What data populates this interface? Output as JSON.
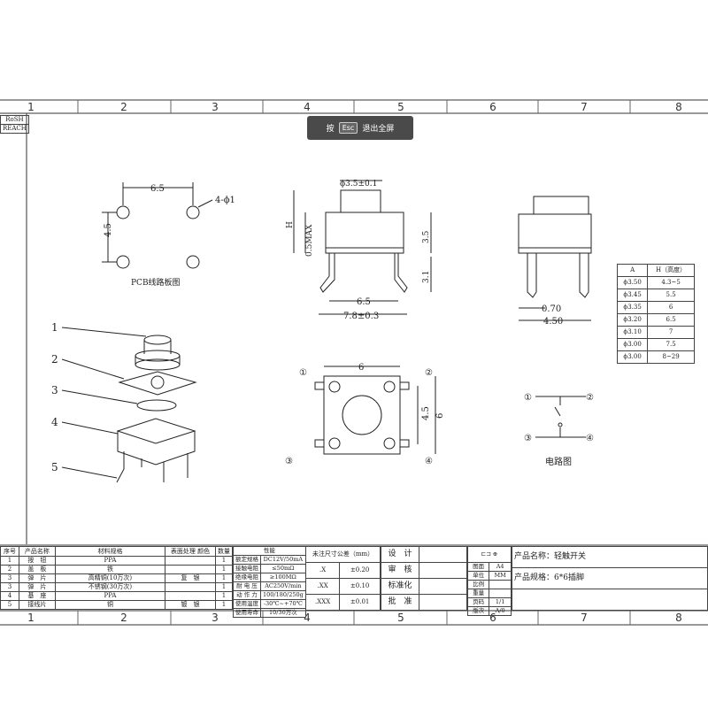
{
  "grid_numbers": [
    "1",
    "2",
    "3",
    "4",
    "5",
    "6",
    "7",
    "8"
  ],
  "compliance": [
    "RoSH",
    "REACH"
  ],
  "fullscreen_hint": {
    "prefix": "按",
    "key": "Esc",
    "suffix": "退出全屏"
  },
  "pcb": {
    "spacing_h": "6.5",
    "spacing_v": "4.5",
    "holes": "4-ϕ1",
    "caption": "PCB线路板图"
  },
  "front_view": {
    "cap_dia": "ϕ3.5±0.1",
    "h": "H",
    "max": "0.5MAX",
    "body_h": "3.5",
    "pin_len": "3.1",
    "pin_spacing": "6.5",
    "width": "7.8±0.3"
  },
  "side_view": {
    "pin_w": "0.70",
    "depth": "4.50"
  },
  "height_table": {
    "headers": [
      "A",
      "H（高度）"
    ],
    "rows": [
      [
        "ϕ3.50",
        "4.3~5"
      ],
      [
        "ϕ3.45",
        "5.5"
      ],
      [
        "ϕ3.35",
        "6"
      ],
      [
        "ϕ3.20",
        "6.5"
      ],
      [
        "ϕ3.10",
        "7"
      ],
      [
        "ϕ3.00",
        "7.5"
      ],
      [
        "ϕ3.00",
        "8~29"
      ]
    ]
  },
  "top_view": {
    "width": "6",
    "inner": "4.5",
    "outer": "6",
    "pins": [
      "①",
      "②",
      "③",
      "④"
    ]
  },
  "parts_callouts": [
    "1",
    "2",
    "3",
    "4",
    "5"
  ],
  "circuit": {
    "pins": [
      "①",
      "②",
      "③",
      "④"
    ],
    "caption": "电路图"
  },
  "bom": {
    "headers": [
      "序号",
      "产品名称",
      "材料规格",
      "表面处理 颜色",
      "数量"
    ],
    "rows": [
      [
        "1",
        "按　钮",
        "PPA",
        "",
        "1"
      ],
      [
        "2",
        "盖　板",
        "铁",
        "",
        "1"
      ],
      [
        "3",
        "弹　片",
        "高精铜(10万次)",
        "复　银",
        "1"
      ],
      [
        "3",
        "弹　片",
        "不锈钢(30万次)",
        "",
        "1"
      ],
      [
        "4",
        "基　座",
        "PPA",
        "",
        "1"
      ],
      [
        "5",
        "接线片",
        "铜",
        "镀　银",
        "1"
      ]
    ]
  },
  "performance": {
    "header": "性能",
    "rows": [
      [
        "额定规格",
        "DC12V/50mA"
      ],
      [
        "接触电阻",
        "≤50mΩ"
      ],
      [
        "绝缘电阻",
        "≥100MΩ"
      ],
      [
        "耐 电 压",
        "AC250V/min"
      ],
      [
        "动 作 力",
        "100/180/250g"
      ],
      [
        "使用温度",
        "-30℃~+70℃"
      ],
      [
        "使用寿命",
        "10/30万次"
      ]
    ]
  },
  "tolerance": {
    "header": "未注尺寸公差（mm）",
    "rows": [
      [
        ".X",
        "±0.20"
      ],
      [
        ".XX",
        "±0.10"
      ],
      [
        ".XXX",
        "±0.01"
      ]
    ]
  },
  "approval": [
    "设　计",
    "审　核",
    "标准化",
    "批　准"
  ],
  "sheet_info": [
    [
      "图面",
      "A4"
    ],
    [
      "单位",
      "MM"
    ],
    [
      "比例",
      ""
    ],
    [
      "重量",
      ""
    ],
    [
      "页码",
      "1/1"
    ],
    [
      "版次",
      "A/0"
    ]
  ],
  "product": {
    "name": "产品名称：轻触开关",
    "spec": "产品规格：6*6插脚"
  }
}
